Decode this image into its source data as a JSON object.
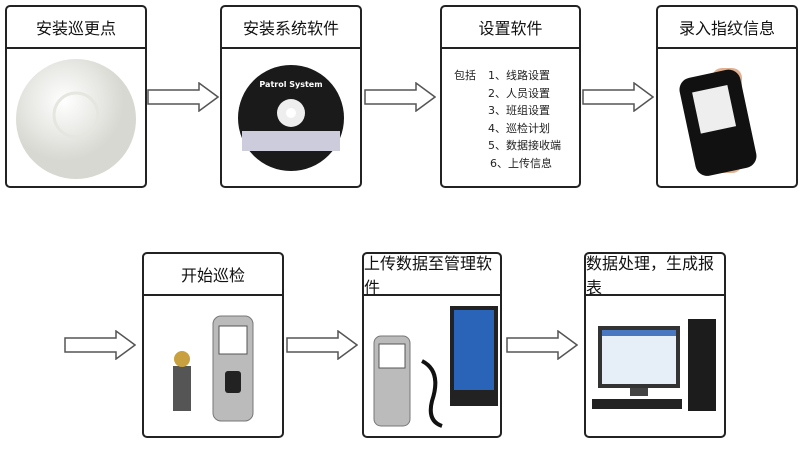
{
  "steps": [
    {
      "title": "安装巡更点"
    },
    {
      "title": "安装系统软件",
      "disc_label": "Patrol System"
    },
    {
      "title": "设置软件",
      "includes_label": "包括",
      "items": [
        "1、线路设置",
        "2、人员设置",
        "3、班组设置",
        "4、巡检计划",
        "5、数据接收端",
        "6、上传信息"
      ]
    },
    {
      "title": "录入指纹信息"
    },
    {
      "title": "开始巡检"
    },
    {
      "title": "上传数据至管理软件"
    },
    {
      "title": "数据处理，生成报表"
    }
  ]
}
